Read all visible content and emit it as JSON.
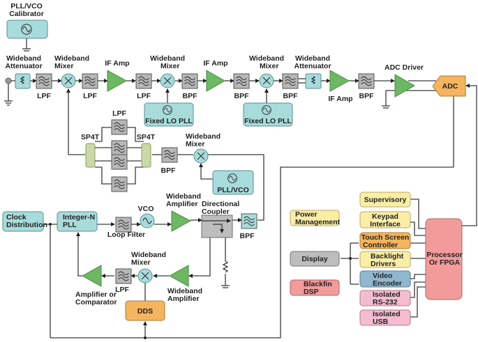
{
  "title": "RF signal chain block diagram",
  "colors": {
    "rf_block_teal": "#a8dcdc",
    "filter_gray": "#b7b7b7",
    "amplifier_green": "#6cb863",
    "adc_orange": "#f5b45e",
    "processor_red": "#f39b9b",
    "yellow_block": "#faeea6",
    "orange_block": "#f5b45e",
    "blue_block": "#8fb7cd",
    "pink_block": "#f3bcd0",
    "gray_block": "#bdbdbd",
    "switch_green": "#ccd9a6"
  },
  "top_chain": {
    "calibrator": "PLL/VCO\nCalibrator",
    "calibrator_line1": "PLL/VCO",
    "calibrator_line2": "Calibrator",
    "attenuator1_line1": "Wideband",
    "attenuator1_line2": "Attenuator",
    "lpf1": "LPF",
    "mixer1_line1": "Wideband",
    "mixer1_line2": "Mixer",
    "lpf2": "LPF",
    "ifamp1": "IF Amp",
    "lpf3": "LPF",
    "mixer2_line1": "Wideband",
    "mixer2_line2": "Mixer",
    "bpf1": "BPF",
    "lo_pll1": "Fixed LO PLL",
    "ifamp2": "IF Amp",
    "bpf2": "BPF",
    "mixer3_line1": "Wideband",
    "mixer3_line2": "Mixer",
    "bpf3": "BPF",
    "lo_pll2": "Fixed LO PLL",
    "attenuator2_line1": "Wideband",
    "attenuator2_line2": "Attenuator",
    "ifamp3": "IF Amp",
    "bpf4": "BPF",
    "adc_driver": "ADC Driver",
    "adc": "ADC"
  },
  "filter_bank": {
    "sp4t_left": "SP4T",
    "sp4t_right": "SP4T",
    "lpf_label": "LPF",
    "bpf": "BPF",
    "mixer_line1": "Wideband",
    "mixer_line2": "Mixer",
    "pll_vco": "PLL/VCO"
  },
  "pll_section": {
    "clock_line1": "Clock",
    "clock_line2": "Distribution",
    "intn_line1": "Integer-N",
    "intn_line2": "PLL",
    "loop_filter": "Loop Filter",
    "vco": "VCO",
    "wb_amp1_line1": "Wideband",
    "wb_amp1_line2": "Amplifier",
    "coupler_line1": "Directional",
    "coupler_line2": "Coupler",
    "bpf": "BPF",
    "mixer_line1": "Wideband",
    "mixer_line2": "Mixer",
    "lpf": "LPF",
    "comp_line1": "Amplifier or",
    "comp_line2": "Comparator",
    "wb_amp2_line1": "Wideband",
    "wb_amp2_line2": "Amplifier",
    "dds": "DDS"
  },
  "digital": {
    "power_line1": "Power",
    "power_line2": "Management",
    "display": "Display",
    "blackfin_line1": "Blackfin",
    "blackfin_line2": "DSP",
    "supervisory": "Supervisory",
    "keypad_line1": "Keypad",
    "keypad_line2": "Interface",
    "touch_line1": "Touch Screen",
    "touch_line2": "Controller",
    "backlight_line1": "Backlight",
    "backlight_line2": "Drivers",
    "video_line1": "Video",
    "video_line2": "Encoder",
    "rs232_line1": "Isolated",
    "rs232_line2": "RS-232",
    "usb_line1": "Isolated",
    "usb_line2": "USB",
    "processor_line1": "Processor",
    "processor_line2": "Or FPGA"
  }
}
